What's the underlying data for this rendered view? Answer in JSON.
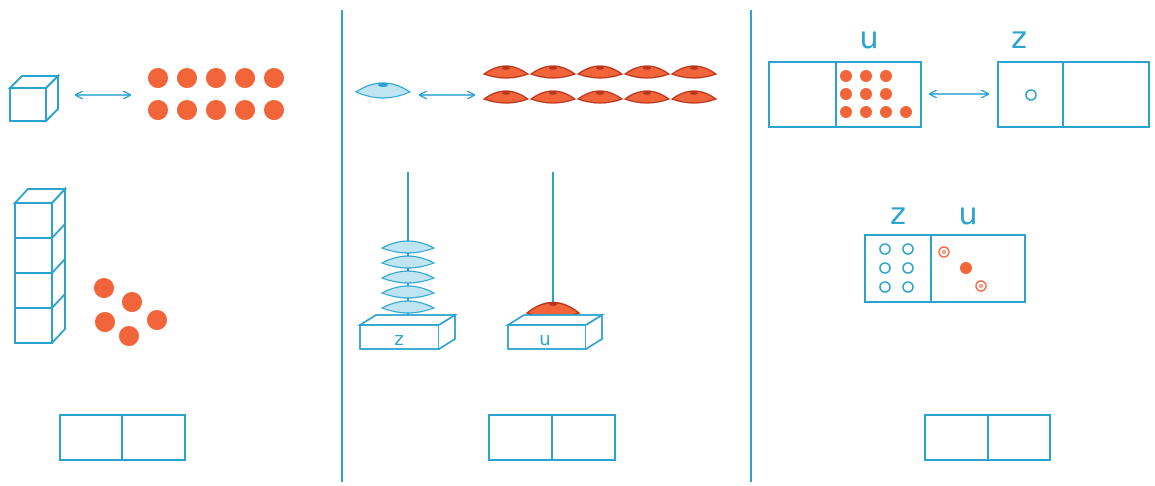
{
  "colors": {
    "blue": "#2ba3cf",
    "blue_light": "#bfe4f2",
    "orange": "#f2643a",
    "orange_dark": "#b8361a",
    "white": "#ffffff"
  },
  "panel_left": {
    "cube_icon": "unit-cube-icon",
    "arrow_icon": "double-arrow-icon",
    "dot_rows": 2,
    "dots_per_row": 5,
    "rod_cubes": 4,
    "loose_dots": 5,
    "answer_boxes": [
      "",
      ""
    ]
  },
  "panel_middle": {
    "single_disc_icon": "white-disc-icon",
    "arrow_icon": "double-arrow-icon",
    "disc_rows": 2,
    "discs_per_row": 5,
    "abacus_left_label": "z",
    "abacus_right_label": "u",
    "white_discs_on_rod": 5,
    "orange_discs_on_rod": 1,
    "answer_boxes": [
      "",
      ""
    ]
  },
  "panel_right": {
    "top_label_u": "u",
    "top_label_z": "z",
    "left_card_dots": 10,
    "right_card_circles": 1,
    "arrow_icon": "double-arrow-icon",
    "table_label_z": "z",
    "table_label_u": "u",
    "table_z_circles": 6,
    "table_u_dots": 3,
    "answer_boxes": [
      "",
      ""
    ]
  }
}
